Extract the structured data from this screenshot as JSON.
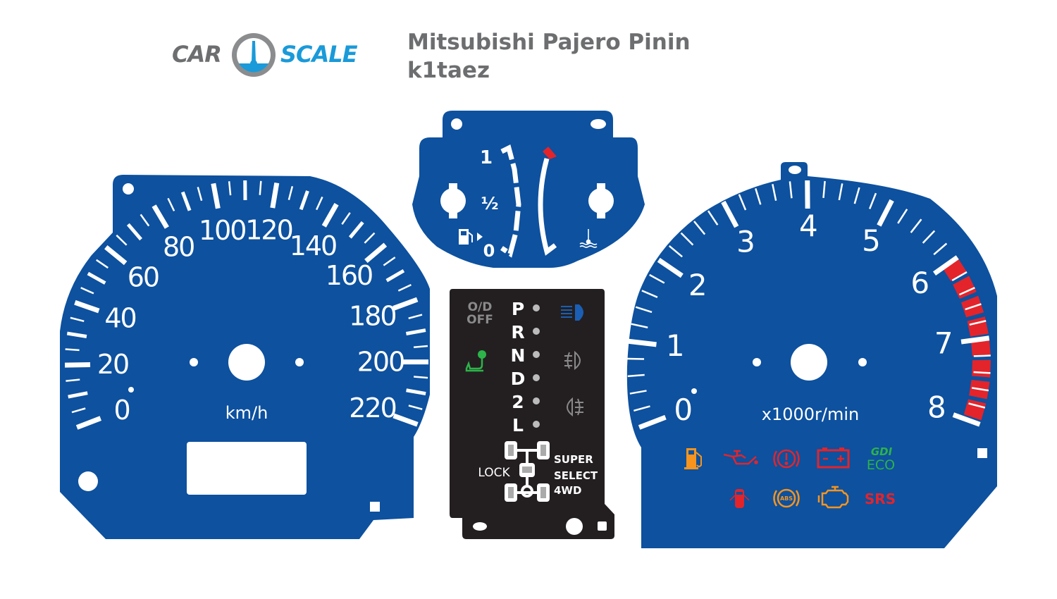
{
  "header": {
    "logo_left": "CAR",
    "logo_right": "SCALE",
    "title": "Mitsubishi Pajero Pinin",
    "author": "k1taez"
  },
  "colors": {
    "plate": "#0d519f",
    "panel": "#231f20",
    "white": "#ffffff",
    "redline": "#e3242b",
    "warning_red": "#e3242b",
    "warning_orange": "#f7941d",
    "green": "#2db34a",
    "gray": "#8a8a8a",
    "logo_blue": "#1a9ad9",
    "logo_gray": "#6d6e70"
  },
  "speedometer": {
    "labels": [
      "0",
      "20",
      "40",
      "60",
      "80",
      "100",
      "120",
      "140",
      "160",
      "180",
      "200",
      "220"
    ],
    "max": 220,
    "unit": "km/h"
  },
  "tachometer": {
    "labels": [
      "0",
      "1",
      "2",
      "3",
      "4",
      "5",
      "6",
      "7",
      "8"
    ],
    "max": 8,
    "redline_start": 6,
    "unit": "x1000r/min"
  },
  "fuel_temp": {
    "fuel_full": "1",
    "fuel_half": "½",
    "fuel_empty": "0",
    "fuel_icon": "fuel-pump-icon",
    "temp_icon": "coolant-temp-icon"
  },
  "indicator_panel": {
    "od_off": [
      "O/D",
      "OFF"
    ],
    "gears": [
      "P",
      "R",
      "N",
      "D",
      "2",
      "L"
    ],
    "lock": "LOCK",
    "ss4wd": [
      "SUPER",
      "SELECT",
      "4WD"
    ],
    "icons": [
      "high-beam-icon",
      "front-fog-icon",
      "rear-fog-icon",
      "shift-indicator-icon",
      "4wd-drivetrain-icon"
    ]
  },
  "warnings": {
    "gdi": "GDI",
    "eco": "ECO",
    "abs": "ABS",
    "srs": "SRS",
    "icons": [
      "low-fuel-icon",
      "oil-pressure-icon",
      "brake-warning-icon",
      "battery-icon",
      "door-open-icon",
      "abs-icon",
      "check-engine-icon"
    ]
  }
}
